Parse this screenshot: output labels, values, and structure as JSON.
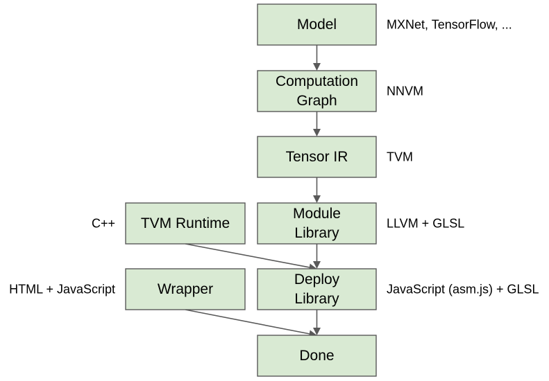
{
  "nodes": {
    "model": {
      "lines": [
        "Model"
      ]
    },
    "computation_graph": {
      "lines": [
        "Computation",
        "Graph"
      ]
    },
    "tensor_ir": {
      "lines": [
        "Tensor IR"
      ]
    },
    "module_library": {
      "lines": [
        "Module",
        "Library"
      ]
    },
    "tvm_runtime": {
      "lines": [
        "TVM Runtime"
      ]
    },
    "deploy_library": {
      "lines": [
        "Deploy",
        "Library"
      ]
    },
    "wrapper": {
      "lines": [
        "Wrapper"
      ]
    },
    "done": {
      "lines": [
        "Done"
      ]
    }
  },
  "annotations": {
    "model": "MXNet, TensorFlow, ...",
    "computation_graph": "NNVM",
    "tensor_ir": "TVM",
    "module_library": "LLVM + GLSL",
    "tvm_runtime": "C++",
    "deploy_library": "JavaScript (asm.js) + GLSL",
    "wrapper": "HTML + JavaScript"
  },
  "edges": [
    {
      "from": "model",
      "to": "computation_graph"
    },
    {
      "from": "computation_graph",
      "to": "tensor_ir"
    },
    {
      "from": "tensor_ir",
      "to": "module_library"
    },
    {
      "from": "module_library",
      "to": "deploy_library"
    },
    {
      "from": "tvm_runtime",
      "to": "deploy_library"
    },
    {
      "from": "deploy_library",
      "to": "done"
    },
    {
      "from": "wrapper",
      "to": "done"
    }
  ],
  "colors": {
    "node_fill": "#d9ead3",
    "node_stroke": "#595959",
    "edge": "#595959"
  }
}
